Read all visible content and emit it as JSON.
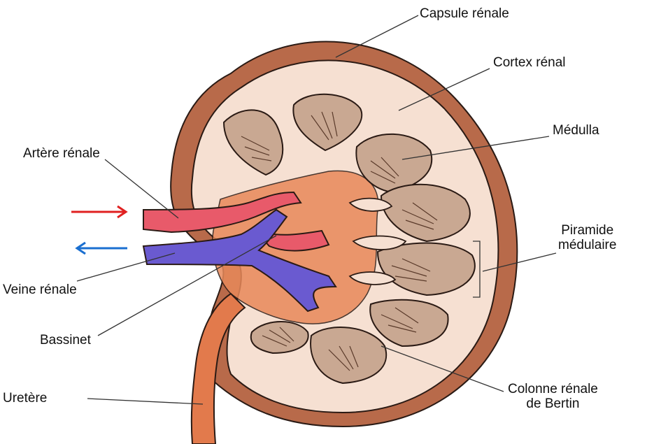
{
  "labels": {
    "capsule": "Capsule rénale",
    "cortex": "Cortex rénal",
    "medulla": "Médulla",
    "artere": "Artère rénale",
    "pyramide_line1": "Piramide",
    "pyramide_line2": "médulaire",
    "veine": "Veine rénale",
    "bassinet": "Bassinet",
    "uretere": "Uretère",
    "colonne_line1": "Colonne rénale",
    "colonne_line2": "de Bertin"
  },
  "colors": {
    "capsule": "#b86a4a",
    "cortex": "#f6e0d2",
    "medulla_pyramid": "#c9a892",
    "pelvis": "#e8895a",
    "artery": "#e85a6a",
    "vein": "#6a5ad0",
    "arrow_in": "#e02020",
    "arrow_out": "#1a6fd0",
    "outline": "#2a1a14",
    "leader_line": "#333333"
  },
  "icons": {
    "arrow_in": "arrow-right-icon",
    "arrow_out": "arrow-left-icon"
  }
}
